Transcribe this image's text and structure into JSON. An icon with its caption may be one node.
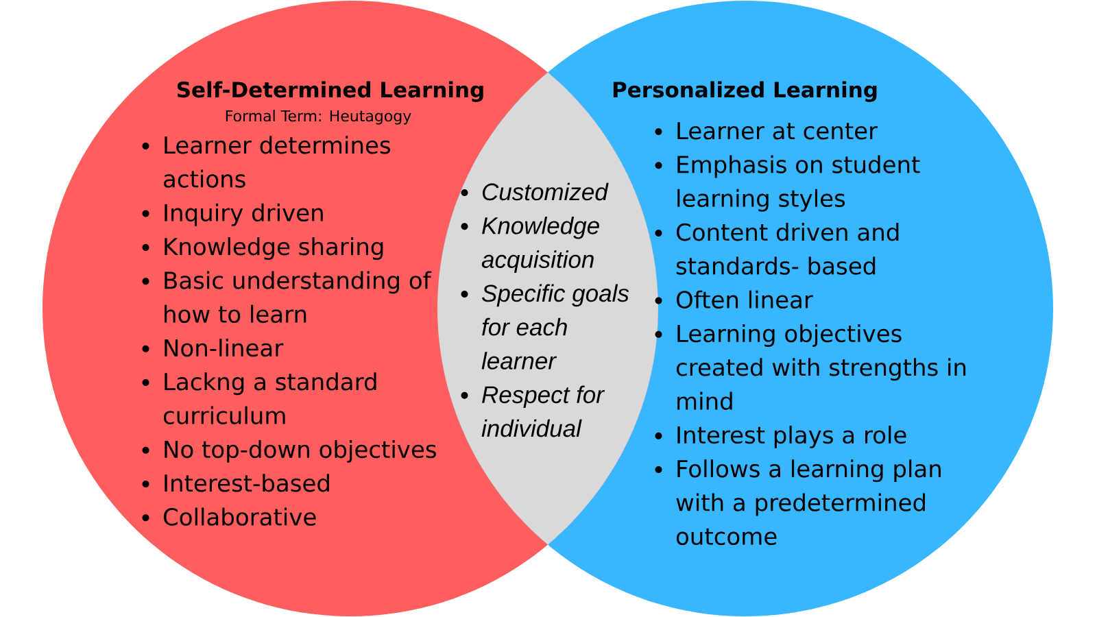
{
  "diagram": {
    "nodes": [
      {
        "text": [
          "Self-Determined Learning",
          "Formal Term: Heutagogy",
          "Learner determines actions",
          "Inquiry driven",
          "Knowledge sharing",
          "Basic understanding of how to learn",
          "Non-linear",
          "Lackng a standard curriculum",
          "No top-down objectives",
          "Interest-based",
          "Collaborative"
        ]
      },
      {
        "text": [
          "Customized",
          "Knowledge acquisition",
          "Specific goals for each learner",
          "Respect for individual"
        ]
      },
      {
        "text": [
          "Personalized Learning",
          "Learner at center",
          "Emphasis on student learning styles",
          "Content driven and standards- based",
          "Often linear",
          "Learning objectives created with strengths in mind",
          "Interest plays a role",
          "Follows a learning plan with a predetermined outcome"
        ]
      }
    ]
  }
}
